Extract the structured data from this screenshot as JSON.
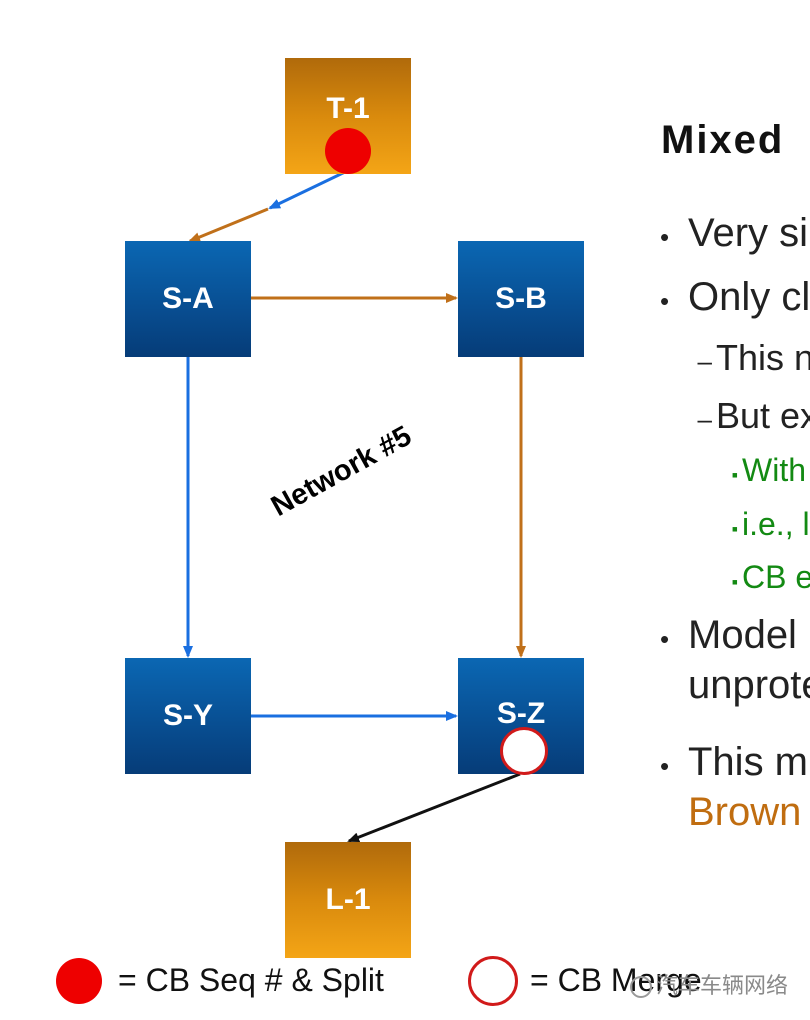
{
  "nodes": {
    "t1": "T-1",
    "sa": "S-A",
    "sb": "S-B",
    "sy": "S-Y",
    "sz": "S-Z",
    "l1": "L-1"
  },
  "network_label": "Network #5",
  "slide": {
    "title": "Mixed",
    "bullets": [
      {
        "marker": "•",
        "text": "Very si"
      },
      {
        "marker": "•",
        "text": "Only cl"
      },
      {
        "marker": "–",
        "text": "This n"
      },
      {
        "marker": "–",
        "text": "But ex"
      },
      {
        "marker": "▪",
        "text": "With"
      },
      {
        "marker": "▪",
        "text": "i.e., l"
      },
      {
        "marker": "▪",
        "text": "CB e"
      },
      {
        "marker": "•",
        "text": "Model"
      },
      {
        "marker": "",
        "text": "unprote"
      },
      {
        "marker": "•",
        "text": "This m"
      },
      {
        "marker": "",
        "text": "Brown"
      }
    ]
  },
  "legend": {
    "split_label": "= CB Seq # & Split",
    "merge_label": "= CB Merge"
  },
  "watermark": "汽车车辆网络",
  "colors": {
    "node_blue": "#084f93",
    "node_orange": "#d98a0d",
    "path_blue": "#1a6fe0",
    "path_brown": "#c0701a",
    "split_red": "#ee0000",
    "merge_outline": "#d11a1a"
  }
}
